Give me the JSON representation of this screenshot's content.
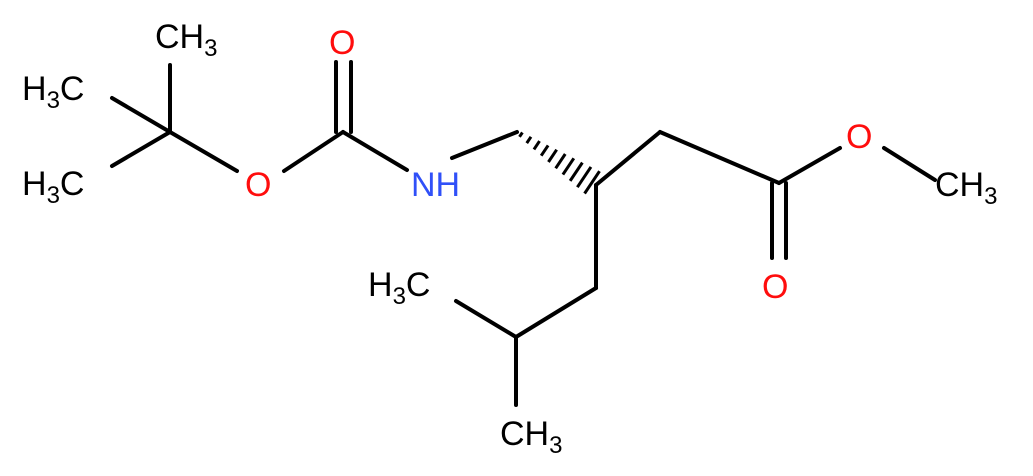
{
  "colors": {
    "bond": "#000000",
    "carbon": "#000000",
    "oxygen": "#ff0d0d",
    "nitrogen": "#3050f8",
    "background": "#ffffff"
  },
  "labels": {
    "ch3_top": {
      "main": "CH",
      "sub": "3"
    },
    "h3c_mid": {
      "main": "H",
      "sub": "3",
      "tail": "C"
    },
    "h3c_low": {
      "main": "H",
      "sub": "3",
      "tail": "C"
    },
    "o_ester_boc": "O",
    "o_carbonyl_boc": "O",
    "nh": "NH",
    "o_ester_methyl": "O",
    "ch3_methyl_ester": {
      "main": "CH",
      "sub": "3"
    },
    "o_carbonyl_ester": "O",
    "h3c_isobutyl": {
      "main": "H",
      "sub": "3",
      "tail": "C"
    },
    "ch3_isobutyl_bottom": {
      "main": "CH",
      "sub": "3"
    }
  }
}
